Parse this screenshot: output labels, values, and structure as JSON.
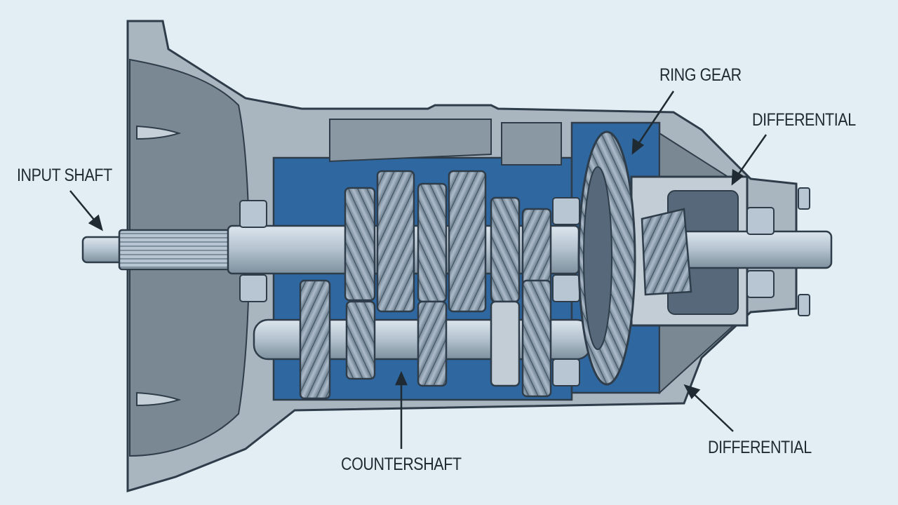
{
  "labels": {
    "input_shaft": "INPUT SHAFT",
    "countershaft": "COUNTERSHAFT",
    "ring_gear": "RING GEAR",
    "differential_upper": "DIFFERENTIAL",
    "differential_lower": "DIFFERENTIAL"
  },
  "colors": {
    "background": "#e3edf4",
    "housing": "#a9b5bf",
    "housing_dark": "#6f7d88",
    "cavity_blue": "#2f67a1",
    "shaft": "#b7c6d2",
    "gear": "#8597a5",
    "outline": "#2e3d49"
  }
}
